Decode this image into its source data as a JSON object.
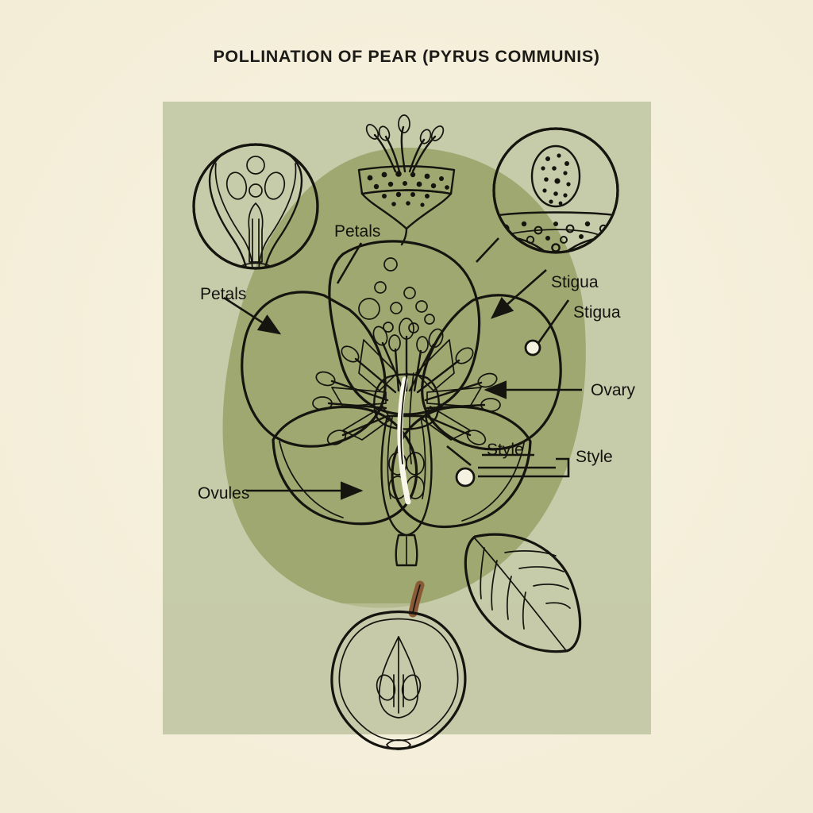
{
  "poster": {
    "title": "POLLINATION OF PEAR (PYRUS COMMUNIS)",
    "background_color": "#f6f1dd",
    "panel_color": "#c6cba9",
    "panel_blob_color": "#9ba56b",
    "ink_color": "#15140f",
    "petal_color": "#f6f2e2",
    "khaki_color": "#d9d69a",
    "olive_color": "#8f9a5e",
    "ovary_color": "#e8a37d",
    "stem_color": "#8a5a36",
    "leaf_color": "#9aa76a"
  },
  "labels": {
    "petals_left": "Petals",
    "petals_top": "Petals",
    "stigua_upper": "Stigua",
    "stigua_lower": "Stigua",
    "ovary": "Ovary",
    "style_inner": "Style",
    "style_outer": "Style",
    "ovules": "Ovules"
  },
  "insets": {
    "left": "ovary-cross-section-inset",
    "top": "anther-pollen-inset",
    "right": "stigma-surface-inset"
  },
  "figures": {
    "flower": "pear-blossom-cutaway",
    "fruit": "pear-half-cross-section",
    "leaf": "pear-leaf"
  },
  "chart_data": {
    "type": "diagram",
    "title": "POLLINATION OF PEAR (PYRUS COMMUNIS)",
    "annotations": [
      {
        "label": "Petals",
        "target": "left-petal",
        "connector": "arrow"
      },
      {
        "label": "Petals",
        "target": "top-petal",
        "connector": "line"
      },
      {
        "label": "Stigua",
        "target": "right-petal",
        "connector": "arrow"
      },
      {
        "label": "Stigua",
        "target": "stigma-node",
        "connector": "circle"
      },
      {
        "label": "Ovary",
        "target": "ovary",
        "connector": "arrow"
      },
      {
        "label": "Style",
        "target": "style-node",
        "connector": "circle"
      },
      {
        "label": "Style",
        "target": "style-bracket",
        "connector": "bracket"
      },
      {
        "label": "Ovules",
        "target": "ovules",
        "connector": "arrow"
      }
    ]
  }
}
